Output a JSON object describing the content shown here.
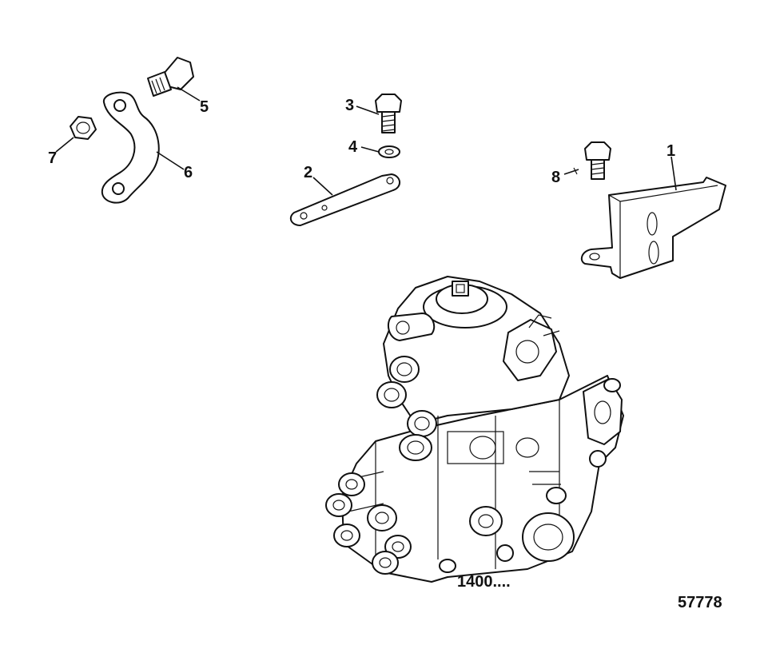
{
  "callouts": {
    "c1": "1",
    "c2": "2",
    "c3": "3",
    "c4": "4",
    "c5": "5",
    "c6": "6",
    "c7": "7",
    "c8": "8"
  },
  "pump_caption": "1400....",
  "figure_number": "57778"
}
